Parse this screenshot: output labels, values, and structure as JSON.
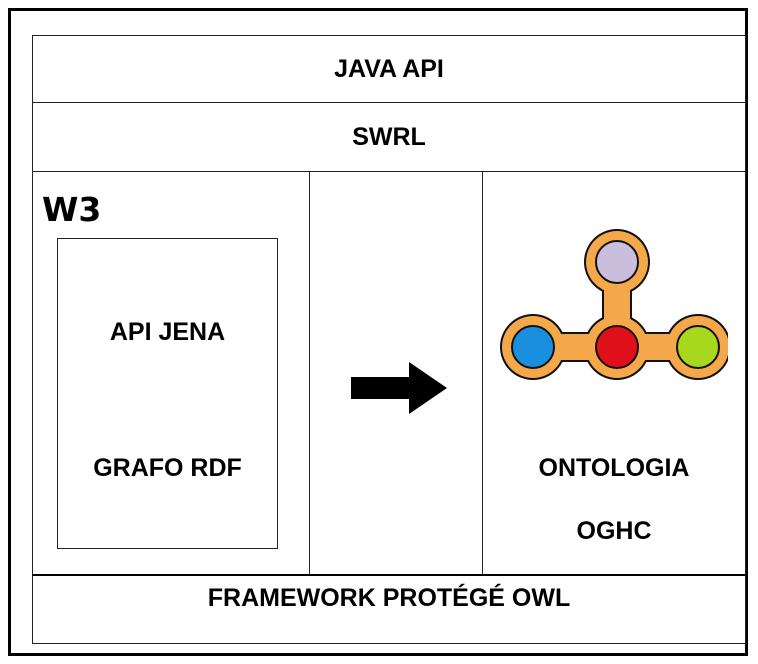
{
  "layers": {
    "top": "JAVA API",
    "second": "SWRL",
    "bottom": "FRAMEWORK PROTÉGÉ OWL"
  },
  "left_panel": {
    "heading": "W3",
    "items": [
      "API JENA",
      "GRAFO RDF"
    ]
  },
  "right_panel": {
    "title_line1": "ONTOLOGIA",
    "title_line2": "OGHC"
  },
  "colors": {
    "molecule_link": "#f5a84a",
    "node_top": "#c9bedc",
    "node_left": "#1a8fe0",
    "node_center": "#e0101a",
    "node_right": "#a8d81e",
    "arrow": "#000000"
  }
}
